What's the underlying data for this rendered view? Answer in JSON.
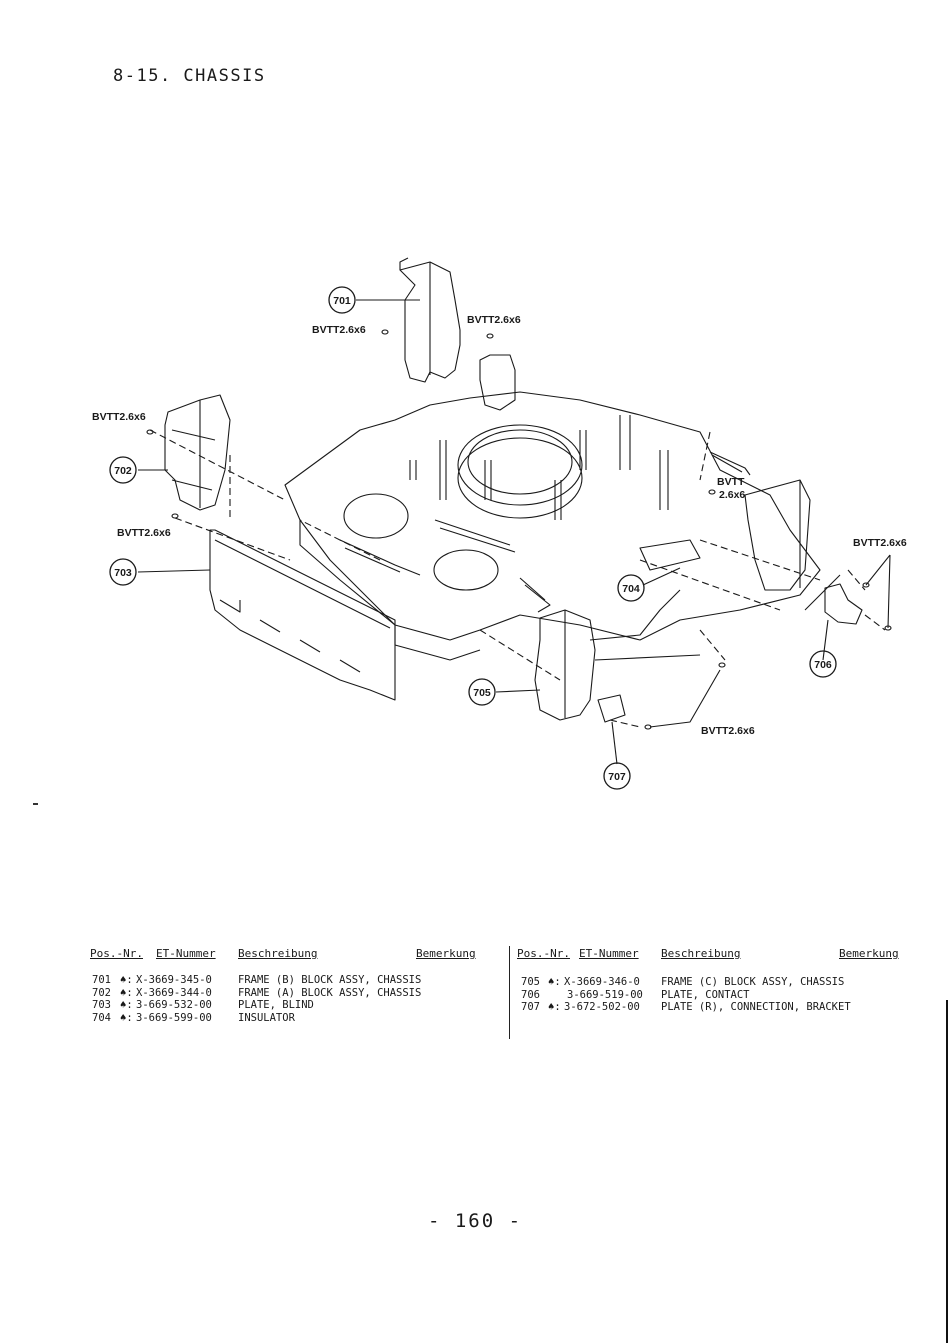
{
  "header": {
    "title": "8-15. CHASSIS"
  },
  "diagram": {
    "position_labels": [
      "701",
      "702",
      "703",
      "704",
      "705",
      "706",
      "707"
    ],
    "screw_labels": {
      "s1": "BVTT2.6x6",
      "s2": "BVTT2.6x6",
      "s3": "BVTT2.6x6",
      "s4": "BVTT2.6x6",
      "s5a": "BVTT",
      "s5b": "2.6x6",
      "s6": "BVTT2.6x6",
      "s7": "BVTT2.6x6"
    }
  },
  "parts_table": {
    "headers": {
      "pos": "Pos.-Nr.",
      "et": "ET-Nummer",
      "desc": "Beschreibung",
      "remark": "Bemerkung"
    },
    "left": [
      {
        "pos": "701",
        "mark": "♠:",
        "part": "X-3669-345-0",
        "desc": "FRAME (B) BLOCK ASSY, CHASSIS"
      },
      {
        "pos": "702",
        "mark": "♠:",
        "part": "X-3669-344-0",
        "desc": "FRAME (A) BLOCK ASSY, CHASSIS"
      },
      {
        "pos": "703",
        "mark": "♠:",
        "part": "3-669-532-00",
        "desc": "PLATE, BLIND"
      },
      {
        "pos": "704",
        "mark": "♠:",
        "part": "3-669-599-00",
        "desc": "INSULATOR"
      }
    ],
    "right": [
      {
        "pos": "705",
        "mark": "♠:",
        "part": "X-3669-346-0",
        "desc": "FRAME (C) BLOCK ASSY, CHASSIS"
      },
      {
        "pos": "706",
        "mark": "",
        "part": "3-669-519-00",
        "desc": "PLATE, CONTACT"
      },
      {
        "pos": "707",
        "mark": "♠:",
        "part": "3-672-502-00",
        "desc": "PLATE (R), CONNECTION, BRACKET"
      }
    ]
  },
  "footer": {
    "page_number": "- 160 -"
  }
}
